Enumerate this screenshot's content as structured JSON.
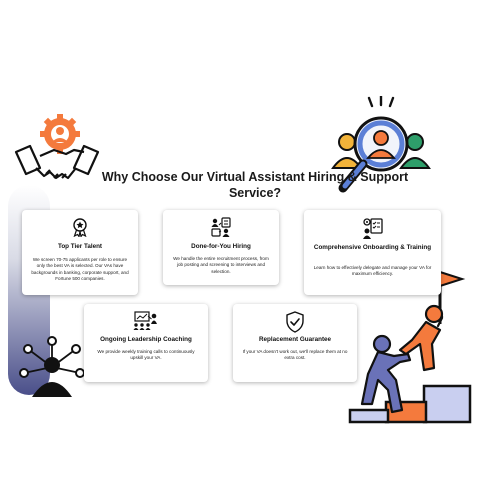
{
  "heading": "Why Choose Our Virtual Assistant Hiring & Support Service?",
  "cards": [
    {
      "title": "Top Tier Talent",
      "description": "We screen 70-75 applicants per role to ensure only the best VA is selected. Our VAs have backgrounds in banking, corporate support, and Fortune 500 companies.",
      "icon": "award-badge-icon"
    },
    {
      "title": "Done-for-You Hiring",
      "description": "We handle the entire recruitment process, from job posting and screening to interviews and selection.",
      "icon": "hiring-process-icon"
    },
    {
      "title": "Comprehensive Onboarding & Training",
      "description": "Learn how to effectively delegate and manage your VA for maximum efficiency.",
      "icon": "onboarding-checklist-icon"
    },
    {
      "title": "Ongoing Leadership Coaching",
      "description": "We provide weekly training calls to continuously upskill your VA.",
      "icon": "leadership-coaching-icon"
    },
    {
      "title": "Replacement Guarantee",
      "description": "If your VA doesn't work out, we'll replace them at no extra cost.",
      "icon": "shield-check-icon"
    }
  ],
  "colors": {
    "accent_orange": "#f47a3d",
    "accent_blue": "#5b7fd6",
    "accent_gold": "#f2b33a",
    "accent_green": "#2e9e6a",
    "dark_navy": "#1f2a4a"
  }
}
